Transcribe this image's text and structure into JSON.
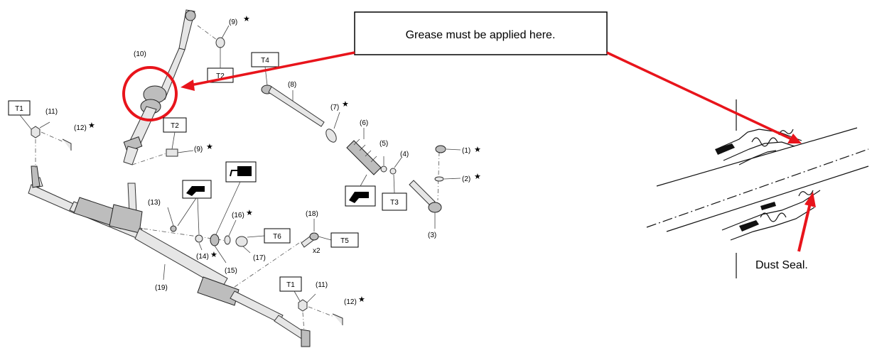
{
  "callouts": {
    "grease_box": "Grease must be applied here.",
    "dust_seal": "Dust Seal."
  },
  "torque_labels": {
    "t1_left": "T1",
    "t1_right": "T1",
    "t2_top": "T2",
    "t2_mid": "T2",
    "t3": "T3",
    "t4": "T4",
    "t5": "T5",
    "t6": "T6"
  },
  "part_labels": {
    "p1": "(1)",
    "p2": "(2)",
    "p3": "(3)",
    "p4": "(4)",
    "p5": "(5)",
    "p6": "(6)",
    "p7": "(7)",
    "p8": "(8)",
    "p9_top": "(9)",
    "p9_mid": "(9)",
    "p10": "(10)",
    "p11_left": "(11)",
    "p11_right": "(11)",
    "p12_left": "(12)",
    "p12_right": "(12)",
    "p13": "(13)",
    "p14": "(14)",
    "p15": "(15)",
    "p16": "(16)",
    "p17": "(17)",
    "p18": "(18)",
    "p19": "(19)",
    "qty_18": "x2"
  },
  "symbols": {
    "replace_marker": "★"
  },
  "colors": {
    "highlight_red": "#e8141b",
    "outline": "#000000"
  }
}
